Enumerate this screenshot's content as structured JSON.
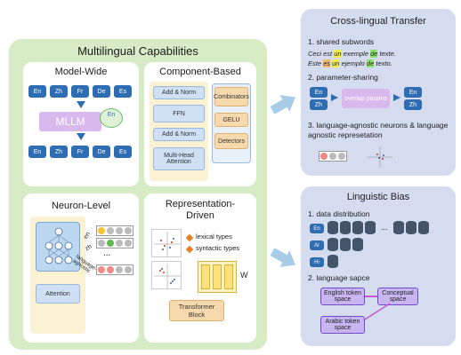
{
  "multilingual": {
    "title": "Multilingual Capabilities",
    "model_wide": {
      "title": "Model-Wide",
      "langs_top": [
        "En",
        "Zh",
        "Fr",
        "De",
        "Es"
      ],
      "langs_bottom": [
        "En",
        "Zh",
        "Fr",
        "De",
        "Es"
      ],
      "mllm_label": "MLLM",
      "en_badge": "En"
    },
    "component_based": {
      "title": "Component-Based",
      "add_norm_top": "Add & Norm",
      "ffn": "FFN",
      "add_norm_bottom": "Add & Norm",
      "mha": "Multi-Head Attention",
      "combinators": "Combinators",
      "gelu": "GELU",
      "detectors": "Detectors"
    },
    "neuron_level": {
      "title": "Neuron-Level",
      "attention": "Attention",
      "lang_en": "en",
      "lang_zh": "zh",
      "agnostic": "language-agnostic",
      "ellipsis": "..."
    },
    "representation": {
      "title": "Representation-Driven",
      "lexical": "lexical types",
      "syntactic": "syntactic types",
      "w_label": "W",
      "transformer_block": "Transformer Block"
    }
  },
  "cross_lingual": {
    "title": "Cross-lingual Transfer",
    "item1": "1. shared subwords",
    "fr_words": [
      "Ceci",
      "est",
      "un",
      "exemple",
      "de",
      "texte."
    ],
    "es_words": [
      "Este",
      "es",
      "un",
      "ejemplo",
      "de",
      "texto."
    ],
    "item2": "2. parameter-sharing",
    "en": "En",
    "zh": "Zh",
    "overlap": "overlap params",
    "item3": "3. language-agnostic neurons & language agnostic represetation"
  },
  "linguistic_bias": {
    "title": "Linguistic Bias",
    "item1": "1. data distribution",
    "rows": [
      "En",
      "Ar",
      "Hi"
    ],
    "ellipsis": "...",
    "item2": "2. language sapce",
    "english_space": "English token space",
    "conceptual_space": "Conceptual space",
    "arabic_space": "Arabic token space"
  },
  "colors": {
    "green_panel": "#d8ebc7",
    "blue_panel": "#d5dcf0",
    "lang_chip": "#2f6db3",
    "arrow": "#a9cde9"
  }
}
